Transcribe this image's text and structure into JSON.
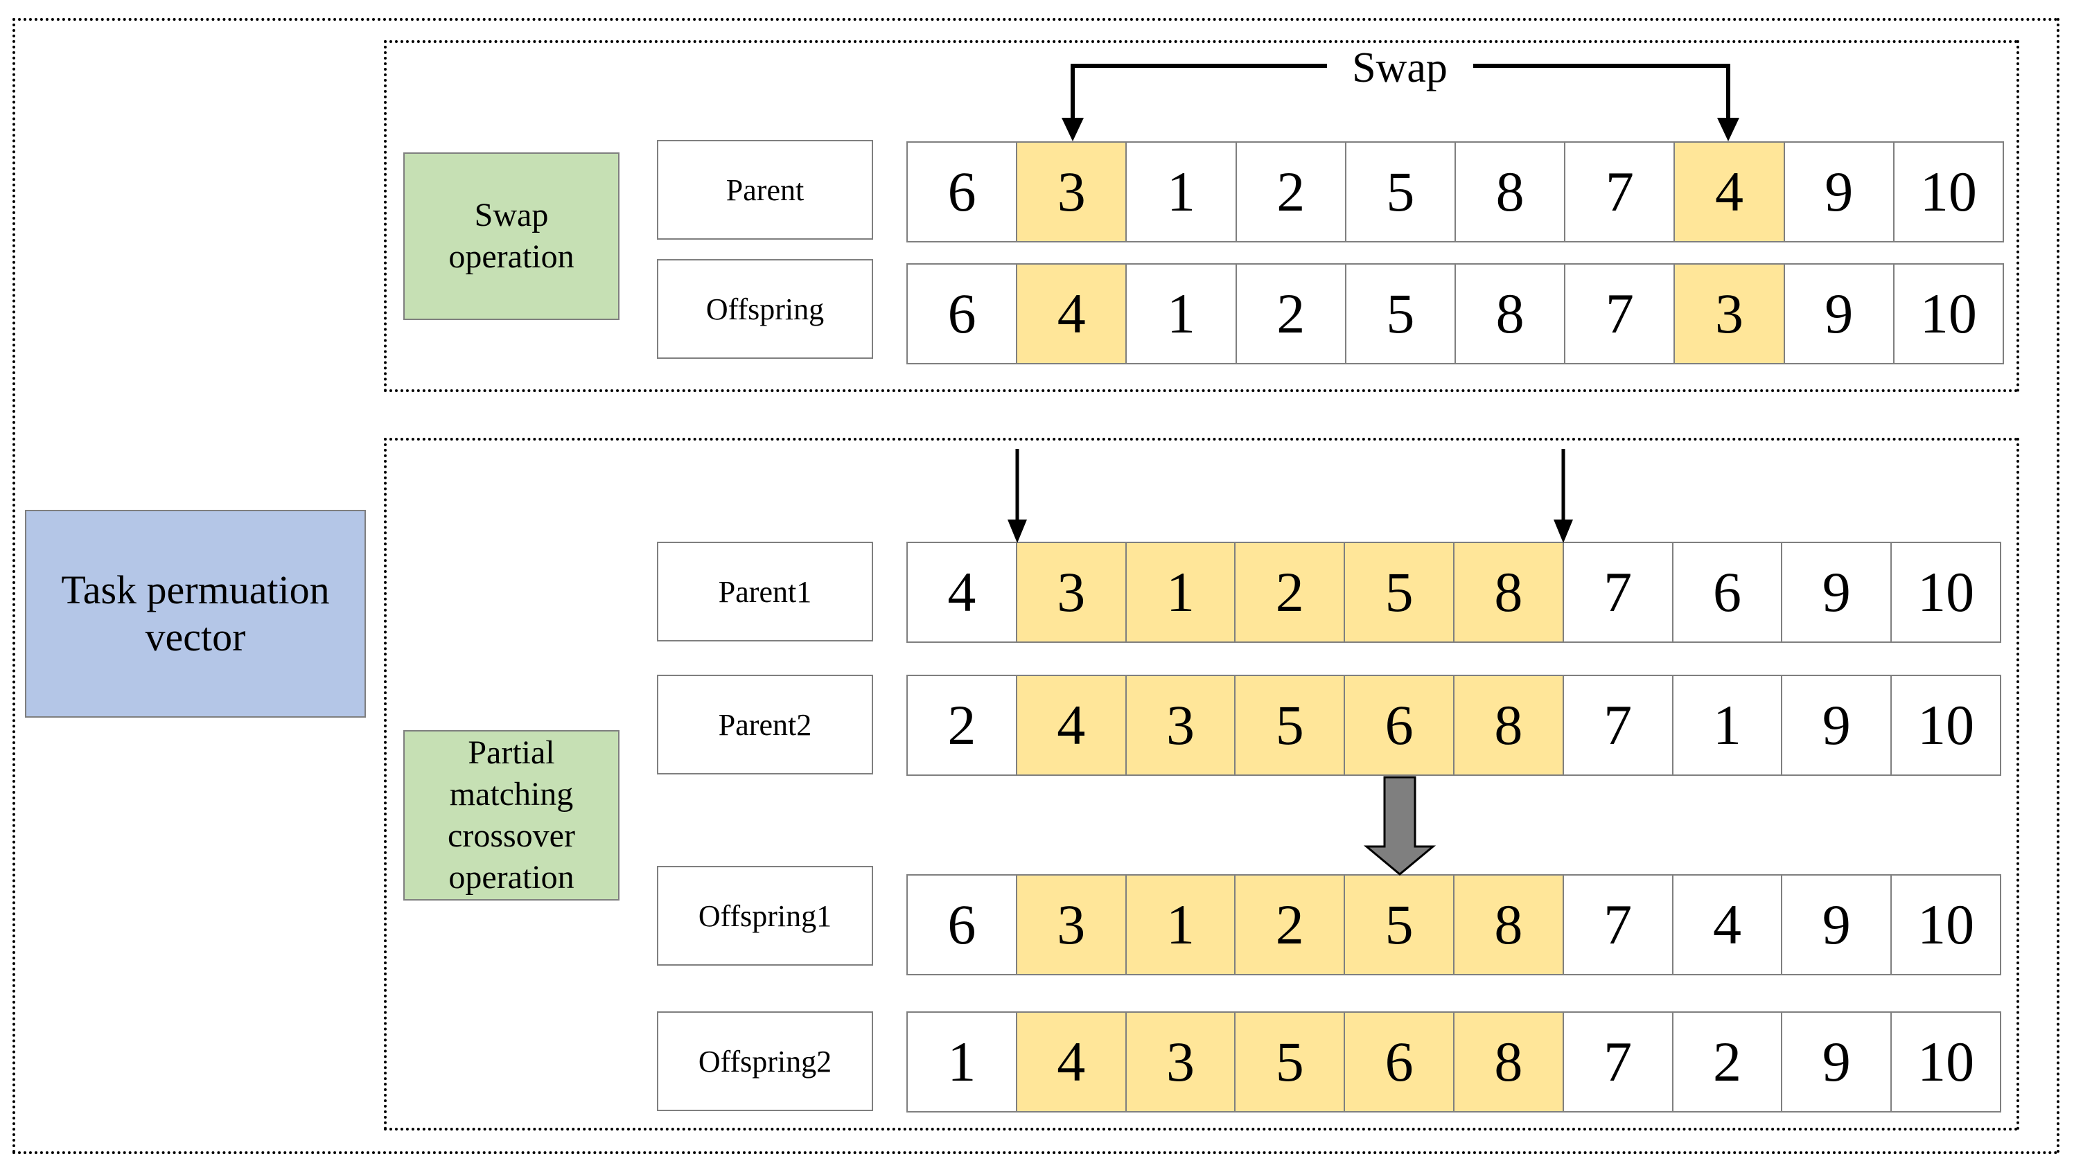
{
  "colors": {
    "highlight": "#ffe699",
    "operation_box": "#c6e0b4",
    "main_box": "#b4c6e7",
    "arrow_fill": "#7f7f7f"
  },
  "main_label": [
    "Task permuation",
    "vector"
  ],
  "swap_section": {
    "op_label": [
      "Swap",
      "operation"
    ],
    "swap_label": "Swap",
    "rows": [
      {
        "label": "Parent",
        "cells": [
          {
            "v": "6",
            "h": false
          },
          {
            "v": "3",
            "h": true
          },
          {
            "v": "1",
            "h": false
          },
          {
            "v": "2",
            "h": false
          },
          {
            "v": "5",
            "h": false
          },
          {
            "v": "8",
            "h": false
          },
          {
            "v": "7",
            "h": false
          },
          {
            "v": "4",
            "h": true
          },
          {
            "v": "9",
            "h": false
          },
          {
            "v": "10",
            "h": false
          }
        ]
      },
      {
        "label": "Offspring",
        "cells": [
          {
            "v": "6",
            "h": false
          },
          {
            "v": "4",
            "h": true
          },
          {
            "v": "1",
            "h": false
          },
          {
            "v": "2",
            "h": false
          },
          {
            "v": "5",
            "h": false
          },
          {
            "v": "8",
            "h": false
          },
          {
            "v": "7",
            "h": false
          },
          {
            "v": "3",
            "h": true
          },
          {
            "v": "9",
            "h": false
          },
          {
            "v": "10",
            "h": false
          }
        ]
      }
    ]
  },
  "pmx_section": {
    "op_label": [
      "Partial",
      "matching",
      "crossover",
      "operation"
    ],
    "rows": [
      {
        "label": "Parent1",
        "cells": [
          {
            "v": "4",
            "h": false
          },
          {
            "v": "3",
            "h": true
          },
          {
            "v": "1",
            "h": true
          },
          {
            "v": "2",
            "h": true
          },
          {
            "v": "5",
            "h": true
          },
          {
            "v": "8",
            "h": true
          },
          {
            "v": "7",
            "h": false
          },
          {
            "v": "6",
            "h": false
          },
          {
            "v": "9",
            "h": false
          },
          {
            "v": "10",
            "h": false
          }
        ]
      },
      {
        "label": "Parent2",
        "cells": [
          {
            "v": "2",
            "h": false
          },
          {
            "v": "4",
            "h": true
          },
          {
            "v": "3",
            "h": true
          },
          {
            "v": "5",
            "h": true
          },
          {
            "v": "6",
            "h": true
          },
          {
            "v": "8",
            "h": true
          },
          {
            "v": "7",
            "h": false
          },
          {
            "v": "1",
            "h": false
          },
          {
            "v": "9",
            "h": false
          },
          {
            "v": "10",
            "h": false
          }
        ]
      },
      {
        "label": "Offspring1",
        "cells": [
          {
            "v": "6",
            "h": false
          },
          {
            "v": "3",
            "h": true
          },
          {
            "v": "1",
            "h": true
          },
          {
            "v": "2",
            "h": true
          },
          {
            "v": "5",
            "h": true
          },
          {
            "v": "8",
            "h": true
          },
          {
            "v": "7",
            "h": false
          },
          {
            "v": "4",
            "h": false
          },
          {
            "v": "9",
            "h": false
          },
          {
            "v": "10",
            "h": false
          }
        ]
      },
      {
        "label": "Offspring2",
        "cells": [
          {
            "v": "1",
            "h": false
          },
          {
            "v": "4",
            "h": true
          },
          {
            "v": "3",
            "h": true
          },
          {
            "v": "5",
            "h": true
          },
          {
            "v": "6",
            "h": true
          },
          {
            "v": "8",
            "h": true
          },
          {
            "v": "7",
            "h": false
          },
          {
            "v": "2",
            "h": false
          },
          {
            "v": "9",
            "h": false
          },
          {
            "v": "10",
            "h": false
          }
        ]
      }
    ]
  }
}
